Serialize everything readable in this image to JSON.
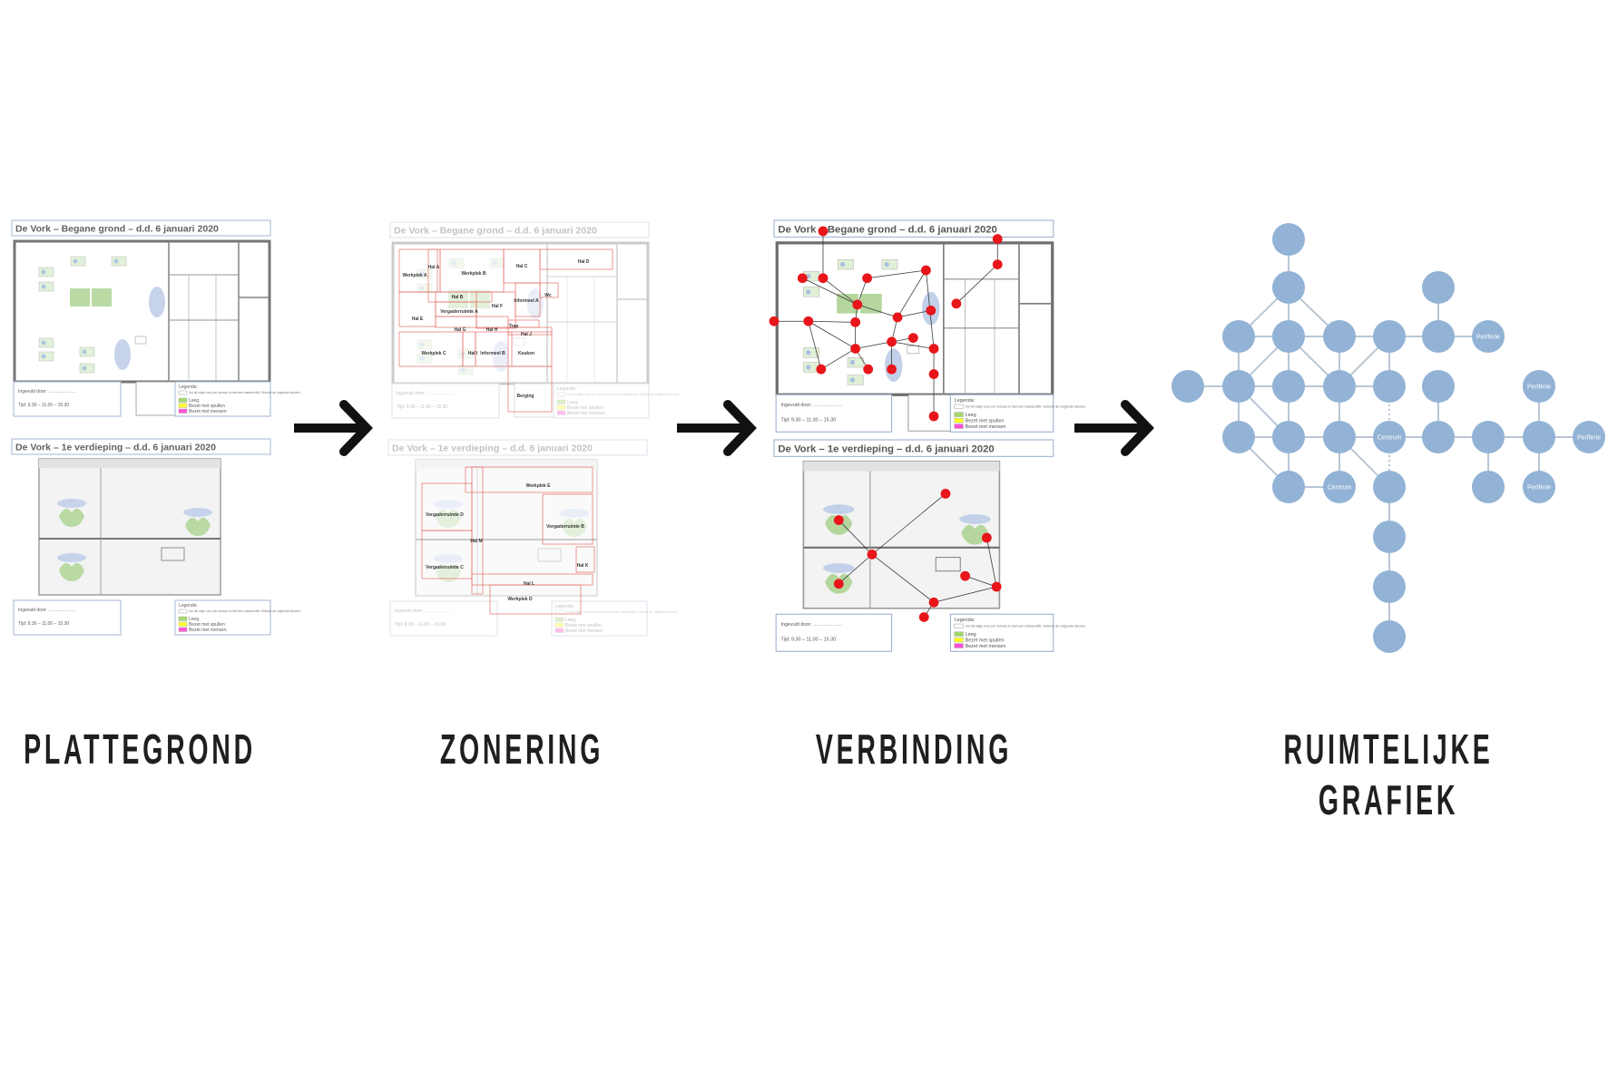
{
  "stages": [
    {
      "label": "PLATTEGROND"
    },
    {
      "label": "ZONERING"
    },
    {
      "label": "VERBINDING"
    },
    {
      "label_line1": "RUIMTELIJKE",
      "label_line2": "GRAFIEK"
    }
  ],
  "plans": {
    "ground_title": "De Vork – Begane grond – d.d. 6 januari 2020",
    "upper_title": "De Vork – 1e verdieping – d.d. 6 januari 2020",
    "filled_by": "Ingevuld door: ………………",
    "time": "Tijd:  9.30 – 11.00 – 15.30",
    "legend_title": "Legenda:",
    "legend_note": "Vul dit vakje voor per bureau in met een marker/stift. Gebruik de volgende kleuren:",
    "legend_items": [
      {
        "label": "Leeg",
        "color": "#92d050"
      },
      {
        "label": "Bezet met spullen",
        "color": "#ffff00"
      },
      {
        "label": "Bezet met mensen",
        "color": "#ff33cc"
      }
    ]
  },
  "zones": {
    "ground": [
      "Werkplek A",
      "Hal A",
      "Werkplek B",
      "Hal C",
      "Hal D",
      "Informeel A",
      "Wc",
      "Hal B",
      "Vergaderruimte A",
      "Hal F",
      "Hal E",
      "Hal G",
      "Hal H",
      "Trap",
      "Hal J",
      "Werkplek C",
      "Hal I",
      "Informeel B",
      "Keuken",
      "Berging"
    ],
    "upper": [
      "Werkplek E",
      "Vergaderruimte D",
      "Vergaderruimte B",
      "Hal M",
      "Vergaderruimte C",
      "Hal K",
      "Hal L",
      "Werkplek D"
    ]
  },
  "graph": {
    "labels": {
      "centrum": "Centrum",
      "periferie": "Periferie"
    }
  },
  "colors": {
    "node": "#92b3d5",
    "edge": "#b9c6d6",
    "connection_dot": "#e8161b",
    "zone_line": "#e0574f",
    "arrow": "#111111"
  }
}
